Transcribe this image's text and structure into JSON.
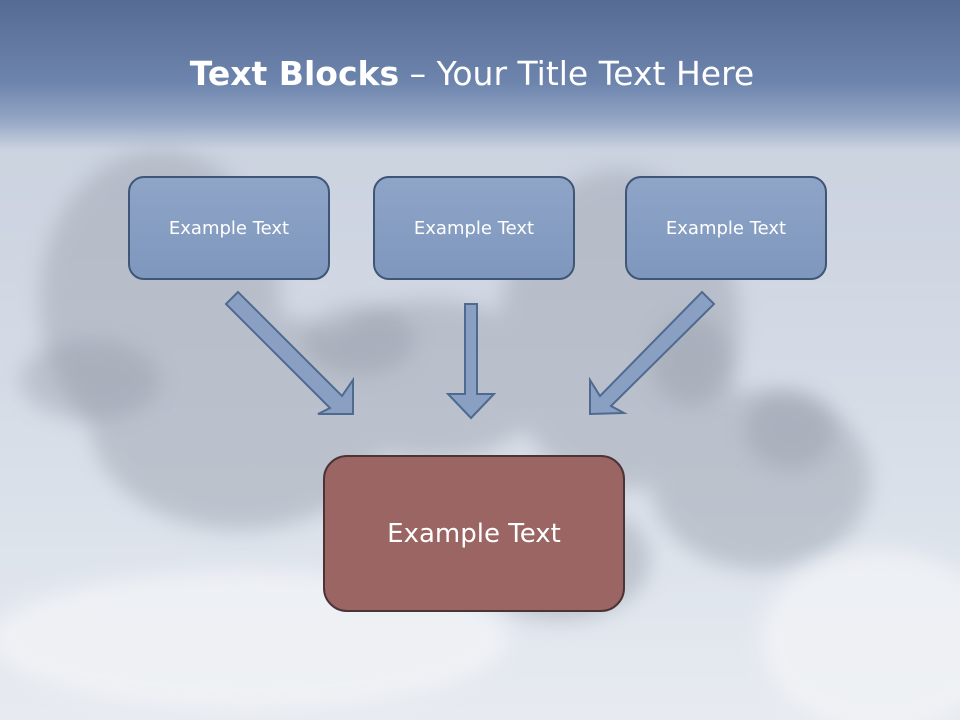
{
  "slide": {
    "title_bold": "Text Blocks",
    "title_dash": " – ",
    "title_rest": "Your Title Text Here",
    "boxes": [
      {
        "label": "Example Text"
      },
      {
        "label": "Example Text"
      },
      {
        "label": "Example Text"
      }
    ],
    "result_box": {
      "label": "Example Text"
    }
  },
  "colors": {
    "header": "#6d84ad",
    "box_fill": "#8ea5c8",
    "box_border": "#3f5677",
    "result_fill": "#9a6563",
    "result_border": "#4a3436",
    "arrow_fill": "#8aa0c3",
    "arrow_stroke": "#4f6a90"
  }
}
